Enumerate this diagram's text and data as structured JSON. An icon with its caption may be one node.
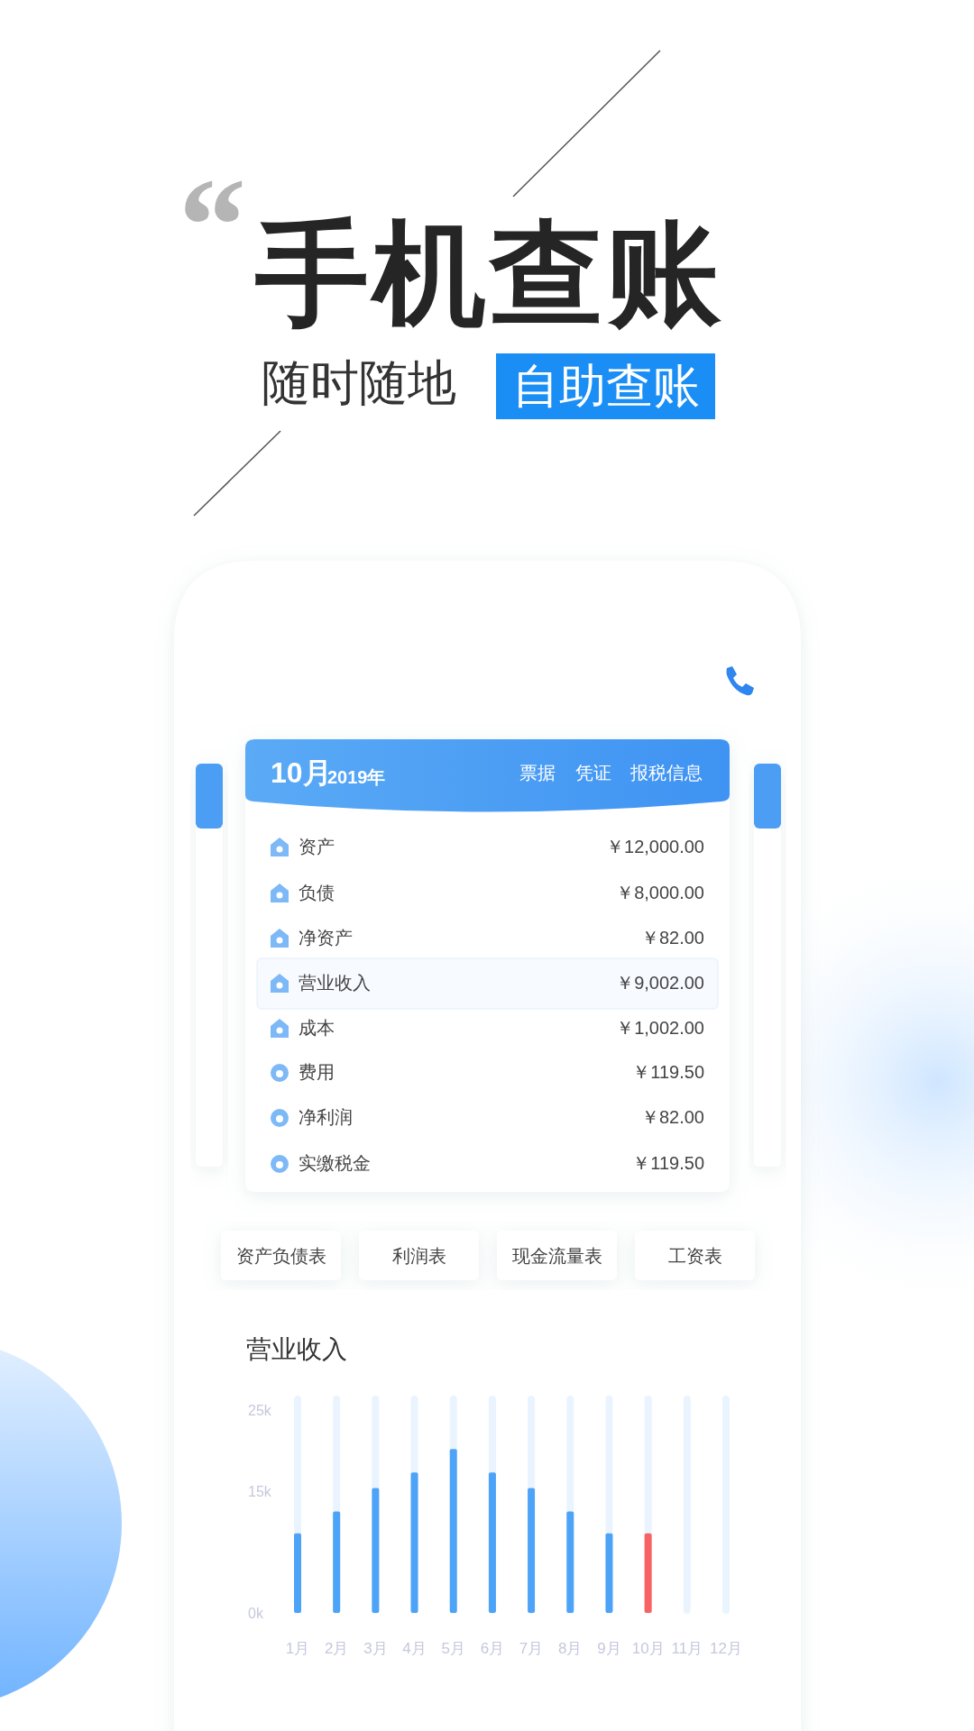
{
  "diagram": {
    "title": "手机查账",
    "labels": [
      "“",
      "随时随地",
      "自助查账",
      "10月",
      "2019年",
      "票据",
      "凭证",
      "报税信息",
      "资产",
      "￥12,000.00",
      "负债",
      "￥8,000.00",
      "净资产",
      "￥82.00",
      "营业收入",
      "￥9,002.00",
      "成本",
      "￥1,002.00",
      "费用",
      "￥119.50",
      "净利润",
      "￥82.00",
      "实缴税金",
      "￥119.50",
      "资产负债表",
      "利润表",
      "现金流量表",
      "工资表"
    ],
    "chart_data": {
      "type": "bar",
      "title": "营业收入",
      "categories": [
        "1月",
        "2月",
        "3月",
        "4月",
        "5月",
        "6月",
        "7月",
        "8月",
        "9月",
        "10月",
        "11月",
        "12月"
      ],
      "series": [
        {
          "color": "#4da3f7",
          "values": [
            9.8,
            12.5,
            15.4,
            17.3,
            20.2,
            17.3,
            15.4,
            12.5,
            9.8,
            null,
            null,
            null
          ]
        },
        {
          "color": "#f86262",
          "values": [
            null,
            null,
            null,
            null,
            null,
            null,
            null,
            null,
            null,
            9.8,
            null,
            null
          ]
        }
      ],
      "stacked": true,
      "grid": true,
      "ylim": [
        0,
        25
      ],
      "yticks": [
        {
          "value": 0,
          "label": "0k"
        },
        {
          "value": 15,
          "label": "15k"
        },
        {
          "value": 25,
          "label": "25k"
        }
      ]
    }
  }
}
